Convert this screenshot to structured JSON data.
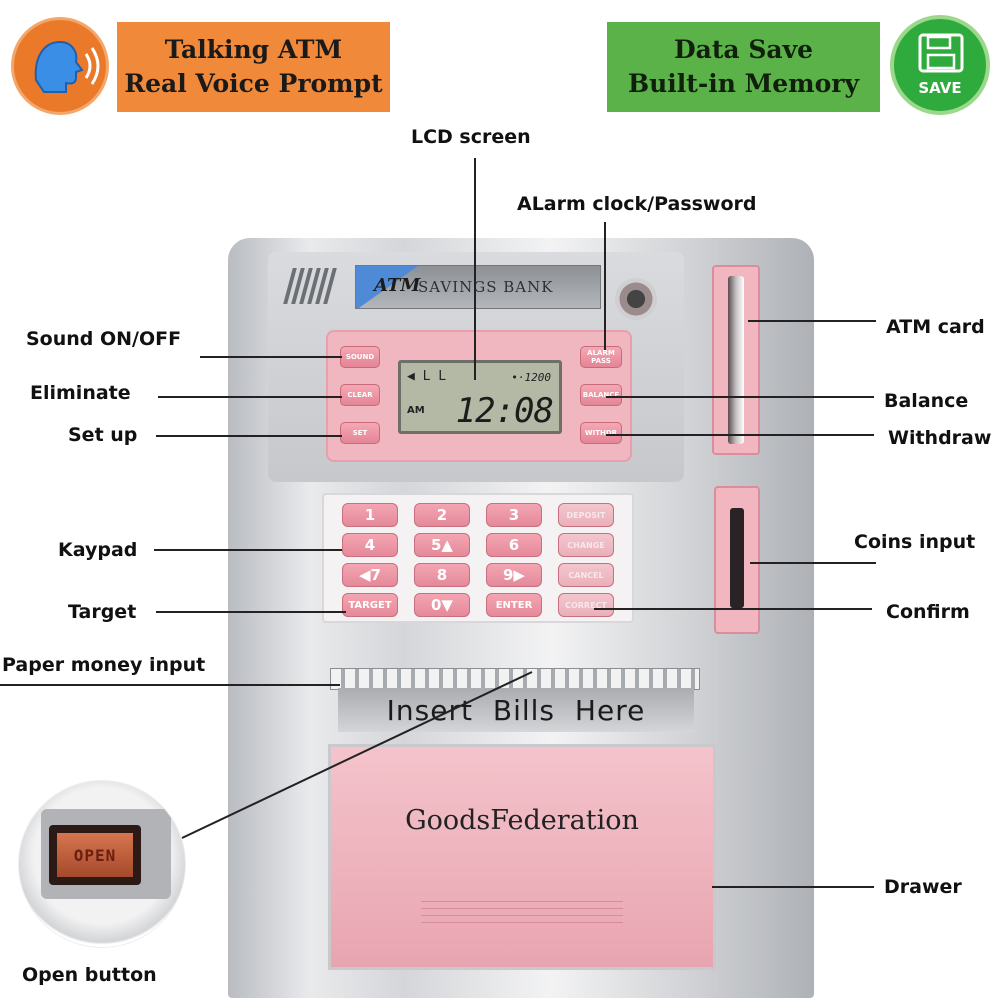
{
  "banners": {
    "left": "Talking ATM\nReal Voice Prompt",
    "right": "Data Save\nBuilt-in Memory",
    "save_badge": "SAVE"
  },
  "labels": {
    "lcd_screen": "LCD screen",
    "alarm": "ALarm clock/Password",
    "sound": "Sound ON/OFF",
    "eliminate": "Eliminate",
    "setup": "Set up",
    "keypad": "Kaypad",
    "target": "Target",
    "paper_money": "Paper money input",
    "atm_card": "ATM card",
    "balance": "Balance",
    "withdraw": "Withdraw",
    "coins": "Coins input",
    "confirm": "Confirm",
    "drawer": "Drawer",
    "open_button": "Open button"
  },
  "device": {
    "brand_atm": "ATM",
    "brand_name": "SAVINGS BANK",
    "lcd": {
      "indicators": "◀ L L",
      "small": "•·1200",
      "am": "AM",
      "time": "12:08"
    },
    "panel_buttons": {
      "sound": "SOUND",
      "clear": "CLEAR",
      "set": "SET",
      "alarm": "ALARM\nPASS",
      "balance": "BALANCE",
      "withdraw": "WITHDR"
    },
    "keys": {
      "k1": "1",
      "k2": "2",
      "k3": "3",
      "k4": "4",
      "k5": "5▲",
      "k6": "6",
      "k7": "◀7",
      "k8": "8",
      "k9": "9▶",
      "target": "TARGET",
      "k0": "0▼",
      "enter": "ENTER",
      "f1": "DEPOSIT",
      "f2": "CHANGE",
      "f3": "CANCEL",
      "f4": "CORRECT"
    },
    "bill_slot_text": "Insert Bills Here",
    "drawer_text": "GoodsFederation",
    "open_text": "OPEN"
  }
}
